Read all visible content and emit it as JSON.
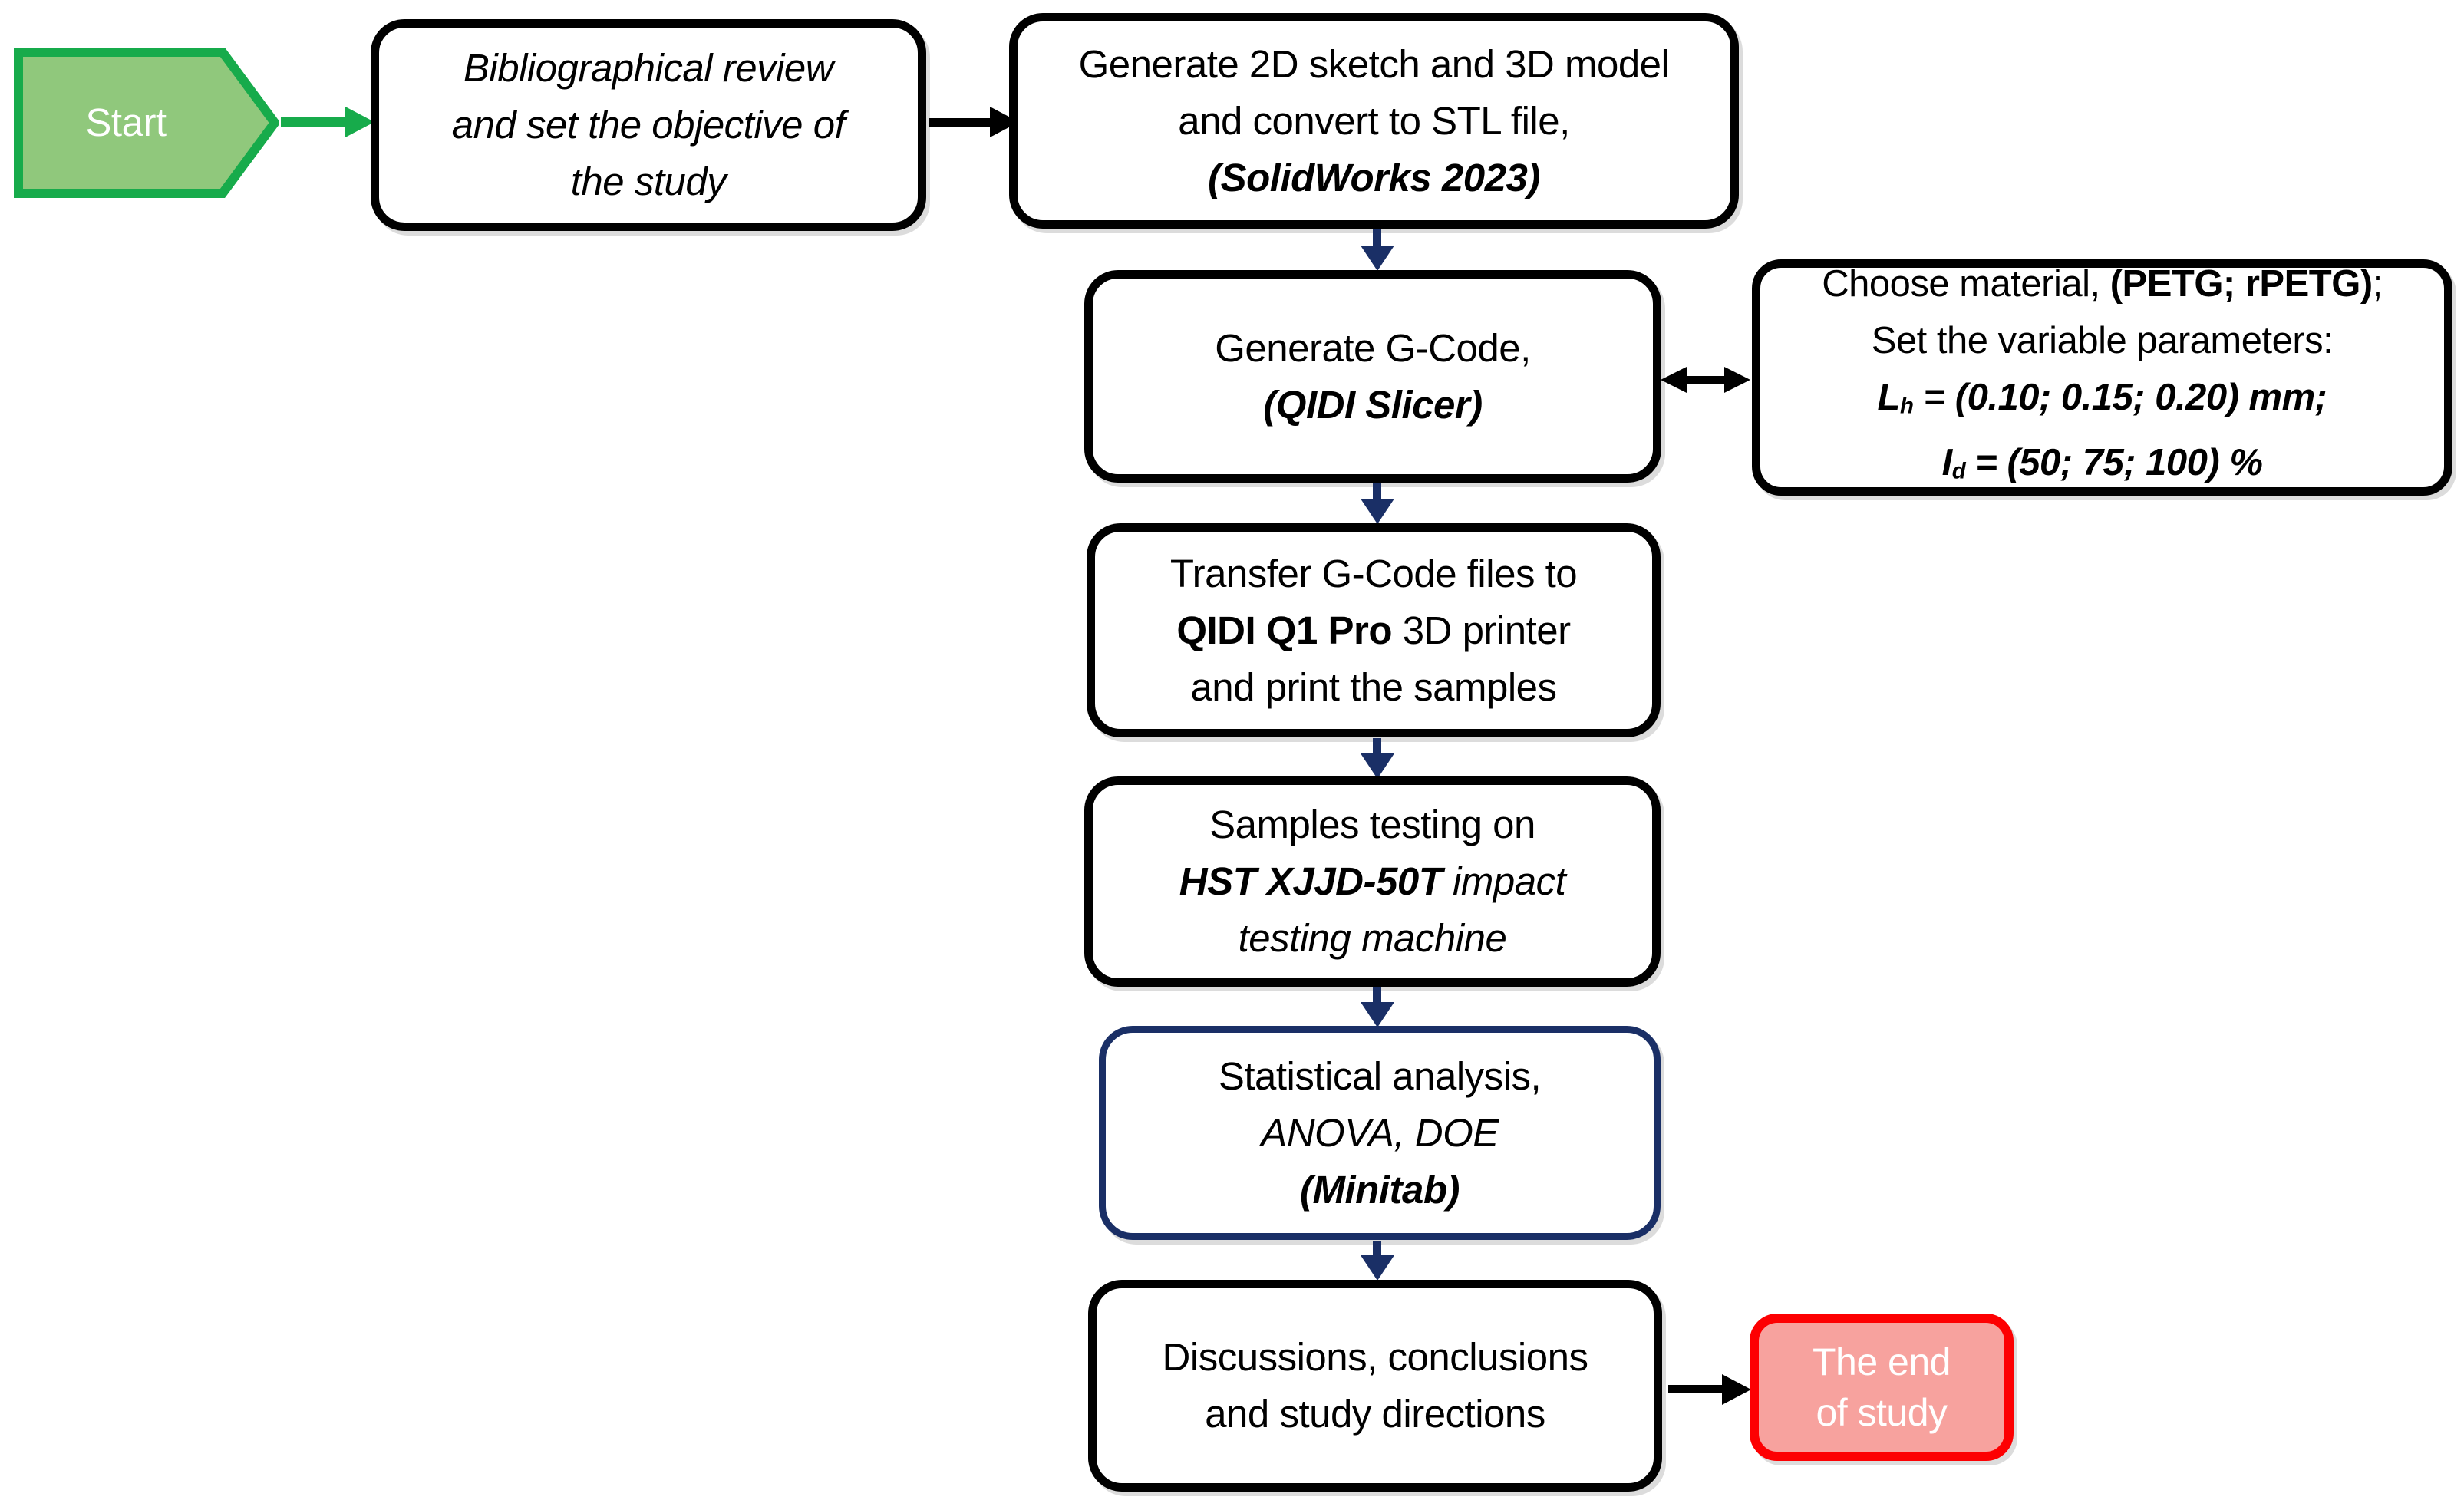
{
  "title": "Study workflow flowchart",
  "colors": {
    "green_border": "#17ab4b",
    "green_fill": "#90c87c",
    "navy": "#1a2f66",
    "red_border": "#fd0002",
    "pink_fill": "#f7a29e",
    "black": "#000000",
    "white": "#ffffff"
  },
  "nodes": {
    "start": {
      "label": "Start"
    },
    "review": {
      "lines": [
        [
          {
            "t": "Bibliographical review"
          }
        ],
        [
          {
            "t": "and set the objective of"
          }
        ],
        [
          {
            "t": "the study"
          }
        ]
      ]
    },
    "sketch": {
      "lines": [
        [
          {
            "t": "Generate 2D sketch and 3D model"
          }
        ],
        [
          {
            "t": "and convert to STL file,"
          }
        ],
        [
          {
            "t": "(SolidWorks 2023)"
          }
        ]
      ]
    },
    "gcode": {
      "lines": [
        [
          {
            "t": "Generate G-Code,"
          }
        ],
        [
          {
            "t": "(QIDI Slicer)"
          }
        ]
      ]
    },
    "material": {
      "lines": [
        [
          {
            "t": "Choose material, "
          },
          {
            "t": "(PETG; rPETG)"
          },
          {
            "t": ";"
          }
        ],
        [
          {
            "t": "Set the variable parameters:"
          }
        ],
        [
          {
            "t": "L"
          },
          {
            "t": "h"
          },
          {
            "t": " = (0.10; 0.15; 0.20) mm;"
          }
        ],
        [
          {
            "t": "I"
          },
          {
            "t": "d"
          },
          {
            "t": " = (50; 75; 100) %"
          }
        ]
      ]
    },
    "transfer": {
      "lines": [
        [
          {
            "t": "Transfer G-Code files to"
          }
        ],
        [
          {
            "t": "QIDI Q1 Pro"
          },
          {
            "t": " 3D printer"
          }
        ],
        [
          {
            "t": "and print the samples"
          }
        ]
      ]
    },
    "testing": {
      "lines": [
        [
          {
            "t": "Samples testing on"
          }
        ],
        [
          {
            "t": "HST XJJD-50T"
          },
          {
            "t": " impact"
          }
        ],
        [
          {
            "t": "testing machine"
          }
        ]
      ]
    },
    "stats": {
      "lines": [
        [
          {
            "t": "Statistical analysis,"
          }
        ],
        [
          {
            "t": "ANOVA, DOE"
          }
        ],
        [
          {
            "t": "(Minitab)"
          }
        ]
      ]
    },
    "discussion": {
      "lines": [
        [
          {
            "t": "Discussions, conclusions"
          }
        ],
        [
          {
            "t": "and study directions"
          }
        ]
      ]
    },
    "end": {
      "lines": [
        [
          {
            "t": "The end"
          }
        ],
        [
          {
            "t": "of study"
          }
        ]
      ]
    }
  }
}
